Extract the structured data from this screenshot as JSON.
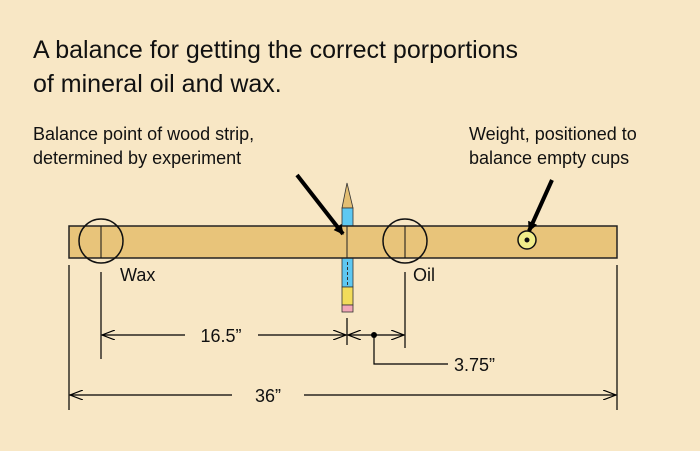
{
  "title": [
    "A balance for getting the correct porportions",
    "of mineral oil and wax."
  ],
  "balance_label": [
    "Balance point of wood strip,",
    "determined by experiment"
  ],
  "weight_label": [
    "Weight, positioned to",
    "balance empty cups"
  ],
  "cup_labels": {
    "wax": "Wax",
    "oil": "Oil"
  },
  "dimensions": {
    "wax_to_balance": "16.5”",
    "balance_to_oil": "3.75”",
    "total_length": "36”"
  },
  "colors": {
    "background": "#F8E7C5",
    "strip": "#E8C47A",
    "pencil_blue": "#5EC8F2",
    "pencil_yellow": "#F2DC5A",
    "pencil_pink": "#F2A7B8",
    "weight": "#F1EE8A"
  }
}
